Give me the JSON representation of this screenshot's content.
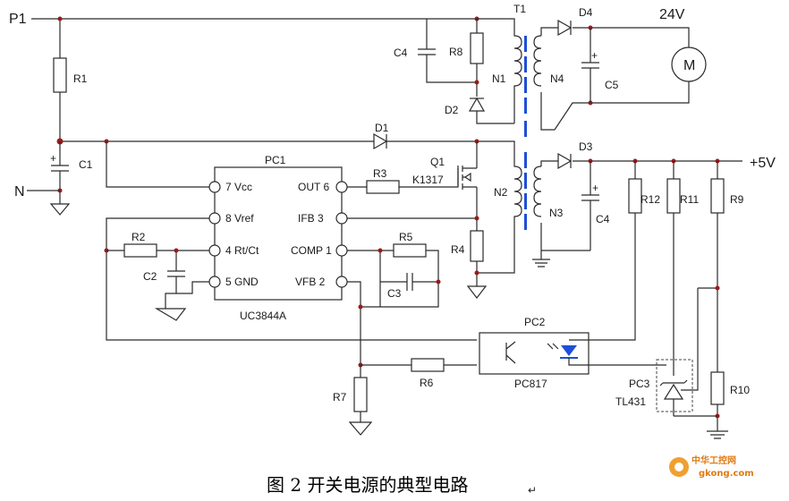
{
  "labels": {
    "P1": "P1",
    "N": "N",
    "R1": "R1",
    "C1": "C1",
    "C4a": "C4",
    "R8": "R8",
    "N1": "N1",
    "D2": "D2",
    "T1": "T1",
    "D4": "D4",
    "V24": "24V",
    "M": "M",
    "N4": "N4",
    "C5": "C5",
    "D1": "D1",
    "PC1": "PC1",
    "Q1": "Q1",
    "K1317": "K1317",
    "R3": "R3",
    "N2": "N2",
    "D3": "D3",
    "V5": "+5V",
    "N3": "N3",
    "C4b": "C4",
    "R12": "R12",
    "R11": "R11",
    "R9": "R9",
    "R4": "R4",
    "R2": "R2",
    "R5": "R5",
    "C2": "C2",
    "C3": "C3",
    "UC": "UC3844A",
    "PC2": "PC2",
    "PC817": "PC817",
    "R6": "R6",
    "R7": "R7",
    "PC3": "PC3",
    "TL431": "TL431",
    "R10": "R10"
  },
  "ic_pins": {
    "p7": "7 Vcc",
    "p8": "8 Vref",
    "p4": "4 Rt/Ct",
    "p5": "5 GND",
    "p6": "OUT 6",
    "p3": "IFB 3",
    "p1": "COMP 1",
    "p2": "VFB 2"
  },
  "caption": "图 2  开关电源的典型电路",
  "caption_mark": "↵",
  "watermark": {
    "cn": "中华工控网",
    "url": "gkong.com"
  }
}
